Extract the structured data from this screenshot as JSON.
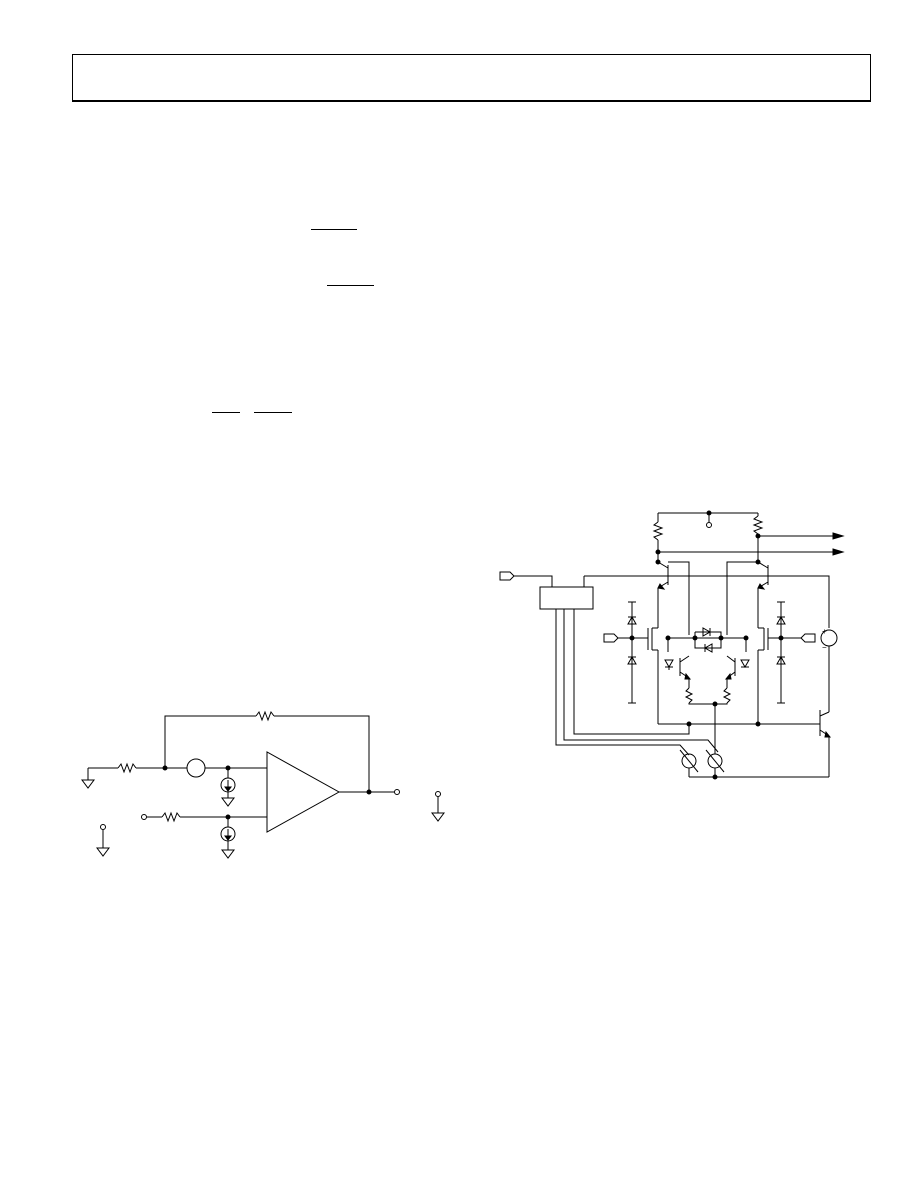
{
  "page": {
    "header_text": "",
    "colors": {
      "ink": "#000000",
      "paper": "#ffffff"
    }
  },
  "equations": [
    {
      "name": "fraction-bar-1"
    },
    {
      "name": "fraction-bar-2"
    },
    {
      "name": "fraction-bar-3a"
    },
    {
      "name": "fraction-bar-3b"
    }
  ],
  "figures": [
    {
      "name": "op-amp-feedback-circuit",
      "labels": []
    },
    {
      "name": "input-stage-simplified-schematic",
      "labels": [],
      "polarity_marks": [
        "+",
        "−"
      ]
    }
  ]
}
